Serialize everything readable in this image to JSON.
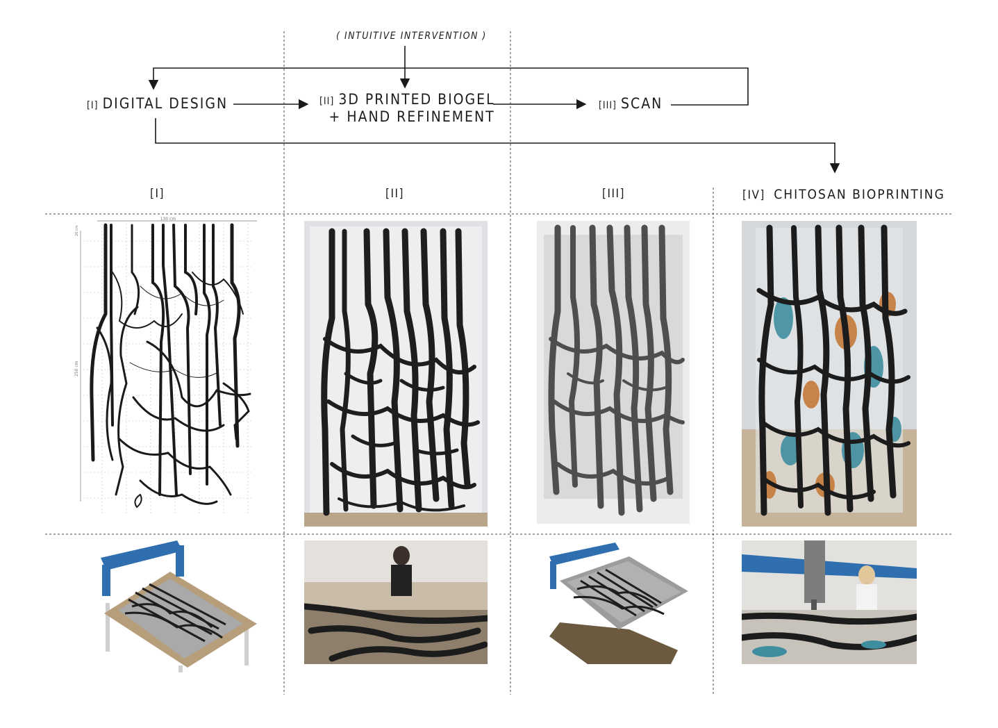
{
  "intervention": "( INTUITIVE INTERVENTION )",
  "stages": {
    "digital_design": {
      "num": "[I]",
      "title": "DIGITAL DESIGN"
    },
    "printed_biogel": {
      "num": "[II]",
      "title_line1": "3D PRINTED BIOGEL",
      "title_line2": "+ HAND REFINEMENT"
    },
    "scan": {
      "num": "[III]",
      "title": "SCAN"
    }
  },
  "columns": [
    {
      "num": "[I]",
      "title": ""
    },
    {
      "num": "[II]",
      "title": ""
    },
    {
      "num": "[III]",
      "title": ""
    },
    {
      "num": "[IV]",
      "title": "CHITOSAN BIOPRINTING"
    }
  ],
  "drawing_dims": {
    "width": "130 cm",
    "top": "20 cm",
    "height": "250 cm"
  },
  "panels": {
    "design_drawing": "digital-design-drawing",
    "printed_photo": "printed-biogel-photo",
    "scan_image": "scan-image",
    "bioprint_photo": "chitosan-bioprint-photo",
    "cnc_render": "cnc-machine-render",
    "hand_refine_photo": "hand-refinement-photo",
    "scan_model": "scanned-3d-model",
    "bioprinting_photo": "bioprinting-process-photo"
  },
  "colors": {
    "ink": "#1a1a1a",
    "gel_black": "#1e1e1e",
    "machine_blue": "#2f6fb0",
    "bed_wood": "#c8ad86",
    "scan_gray": "#5a5a5a",
    "chitosan_teal": "#3f8ea0",
    "chitosan_orange": "#c57a3a"
  }
}
